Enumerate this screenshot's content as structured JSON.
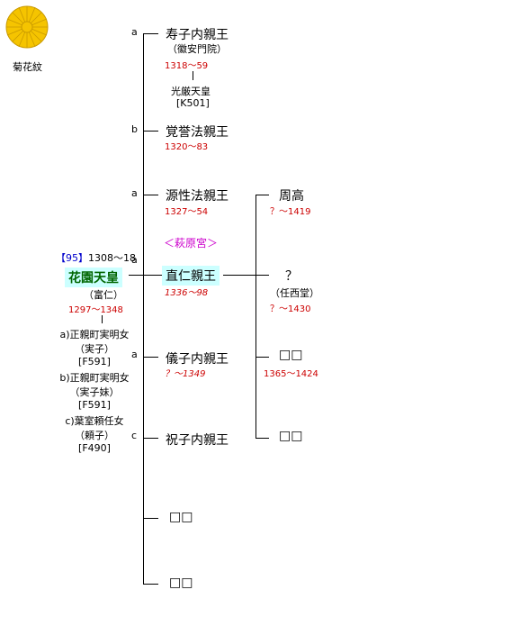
{
  "crest": {
    "label": "菊花紋",
    "color": "#f5c400"
  },
  "father": {
    "era_prefix": "【95】",
    "era_years": "1308～18",
    "name": "花園天皇",
    "alias": "（富仁）",
    "dates": "1297～1348",
    "mothers": [
      {
        "name": "a)正親町実明女",
        "alias": "（実子）",
        "code": "[F591]"
      },
      {
        "name": "b)正親町実明女",
        "alias": "（実子妹）",
        "code": "[F591]"
      },
      {
        "name": "c)葉室頼任女",
        "alias": "（頼子）",
        "code": "[F490]"
      }
    ]
  },
  "children": [
    {
      "letter": "a",
      "name": "寿子内親王",
      "alias": "（徽安門院）",
      "dates": "1318～59",
      "spouse": "光厳天皇",
      "spouse_code": "[K501]"
    },
    {
      "letter": "b",
      "name": "覚誉法親王",
      "dates": "1320～83"
    },
    {
      "letter": "a",
      "name": "源性法親王",
      "dates": "1327～54"
    },
    {
      "letter": "a",
      "house": "＜萩原宮＞",
      "name": "直仁親王",
      "dates": "1336～98"
    },
    {
      "letter": "a",
      "name": "儀子内親王",
      "dates": "？～1349"
    },
    {
      "letter": "c",
      "name": "祝子内親王"
    },
    {
      "name": "□□"
    },
    {
      "name": "□□"
    }
  ],
  "grandchildren": [
    {
      "name": "周高",
      "dates": "？～1419"
    },
    {
      "name": "？",
      "alias": "（任西堂）",
      "dates": "？～1430"
    },
    {
      "name": "□□",
      "dates": "1365～1424"
    },
    {
      "name": "□□"
    }
  ]
}
